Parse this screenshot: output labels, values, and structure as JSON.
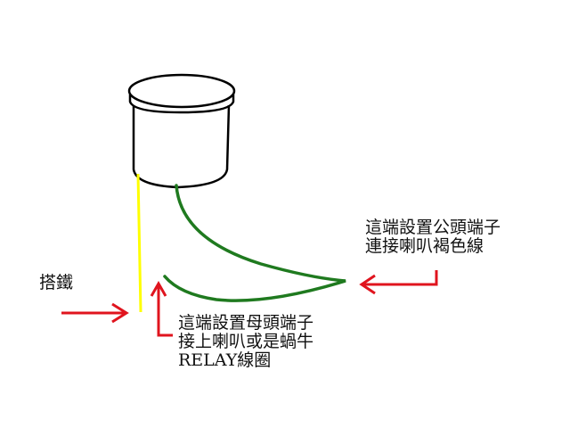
{
  "colors": {
    "outline": "#000000",
    "ground_wire": "#ffff00",
    "signal_wire": "#1f7a1f",
    "arrow": "#e0141e",
    "text": "#111111"
  },
  "labels": {
    "ground": "搭鐵",
    "male_connector": {
      "line1": "這端設置公頭端子",
      "line2": "連接喇叭褐色線"
    },
    "female_connector": {
      "line1": "這端設置母頭端子",
      "line2": "接上喇叭或是蝸牛",
      "line3": "RELAY線圈"
    }
  },
  "icons": {
    "component": "cylinder-sensor-icon",
    "arrows": [
      "arrow-right-icon",
      "arrow-left-icon",
      "arrow-up-icon"
    ]
  }
}
